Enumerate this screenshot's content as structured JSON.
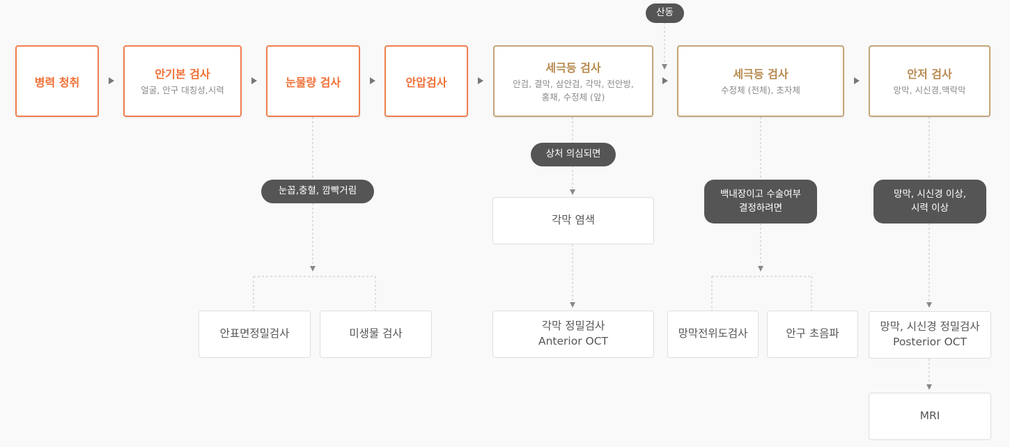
{
  "steps": {
    "history": {
      "title": "병력 청취"
    },
    "basic": {
      "title": "안기본 검사",
      "sub": "얼굴, 안구 대칭성,시력"
    },
    "tear": {
      "title": "눈물량 검사"
    },
    "iop": {
      "title": "안압검사"
    },
    "slit1": {
      "title": "세극등 검사",
      "sub1": "안검, 결막, 삼안검, 각막, 전안방,",
      "sub2": "홍채, 수정체 (앞)"
    },
    "slit2": {
      "title": "세극등 검사",
      "sub": "수정체 (전체), 초자체"
    },
    "fundus": {
      "title": "안저 검사",
      "sub": "망막, 시신경,맥락막"
    }
  },
  "pills": {
    "dilation": "산동",
    "tear_cond": "눈꼽,충혈, 깜빡거림",
    "wound_cond": "상처 의심되면",
    "cataract_cond1": "백내장이고 수술여부",
    "cataract_cond2": "결정하려면",
    "retina_cond1": "망막, 시신경 이상,",
    "retina_cond2": "시력 이상"
  },
  "tests": {
    "surface": "안표면정밀검사",
    "micro": "미생물 검사",
    "stain": "각막 염색",
    "ant_oct1": "각막 정밀검사",
    "ant_oct2": "Anterior OCT",
    "topo": "망막전위도검사",
    "ultra": "안구 초음파",
    "post_oct1": "망막, 시신경 정밀검사",
    "post_oct2": "Posterior OCT",
    "mri": "MRI"
  },
  "colors": {
    "orange": "#f07f4f",
    "gold": "#c4a57a",
    "pill": "#555555"
  }
}
